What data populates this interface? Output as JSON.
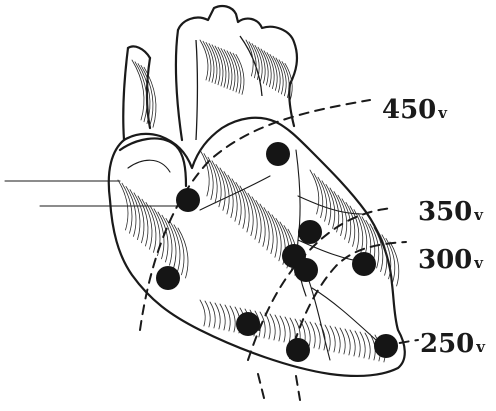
{
  "diagram": {
    "isoline_labels": [
      {
        "id": "450",
        "value": "450",
        "unit": "v"
      },
      {
        "id": "350",
        "value": "350",
        "unit": "v"
      },
      {
        "id": "300",
        "value": "300",
        "unit": "v"
      },
      {
        "id": "250",
        "value": "250",
        "unit": "v"
      }
    ],
    "electrode_count": 10,
    "colors": {
      "ink": "#1a1a1a",
      "paper": "#ffffff"
    }
  }
}
